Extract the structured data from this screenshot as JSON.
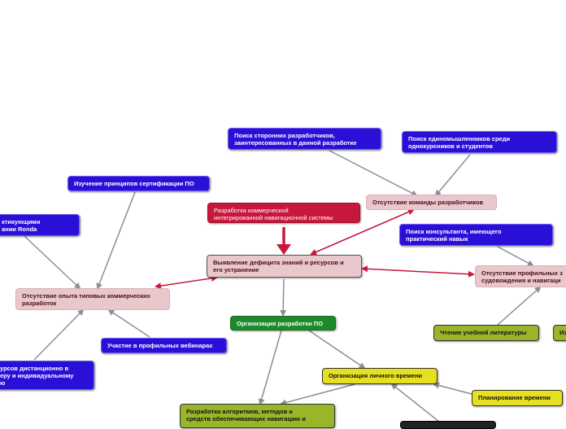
{
  "nodes": {
    "n_search_third": "Поиск сторонних разработчиков,\nзаинтересованных в данной разработке",
    "n_search_peers": "Поиск единомышленников среди\nоднокурсников и студентов",
    "n_cert": "Изучение принципов сертификации ПО",
    "n_practicing": "ктикующими\nании Ronda",
    "n_commercial": "Разработка коммерческой\nинтегрированной навигационной системы",
    "n_no_team": "Отсутствие команды разработчиков",
    "n_consultant": "Поиск консультанта, имеющего\nпрактический навык",
    "n_center": "Выявление дефицита знаний и ресурсов и\nего устранение",
    "n_no_profile": "Отсутствие профильных з\nсудовождения и навигаци",
    "n_no_experience": "Отсутствие опыта типовых коммерческих\nразработок",
    "n_org_dev": "Организация разработки ПО",
    "n_webinars": "Участие в профильных вебинарах",
    "n_reading": "Чтение учебной литературы",
    "n_edge_olive": "Из",
    "n_courses": "урсов дистанционно в\nеру и индивидуальному\nю",
    "n_org_time": "Организация личного времени",
    "n_planning": "Планирование времени",
    "n_algorithms": "Разработка алгоритмов, методов и\nсредств обеспечивающих навигацию и"
  }
}
